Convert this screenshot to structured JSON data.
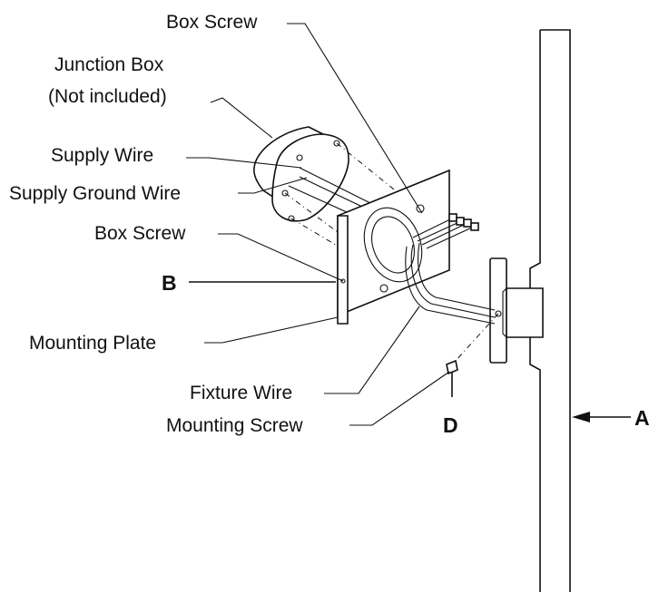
{
  "labels": {
    "box_screw_top": "Box Screw",
    "junction_box_line1": "Junction Box",
    "junction_box_line2": "(Not included)",
    "supply_wire": "Supply Wire",
    "supply_ground_wire": "Supply Ground Wire",
    "box_screw_side": "Box Screw",
    "label_b": "B",
    "mounting_plate": "Mounting Plate",
    "fixture_wire": "Fixture Wire",
    "mounting_screw": "Mounting Screw",
    "label_d": "D",
    "label_a": "A"
  },
  "colors": {
    "line": "#111111",
    "background": "#ffffff"
  }
}
